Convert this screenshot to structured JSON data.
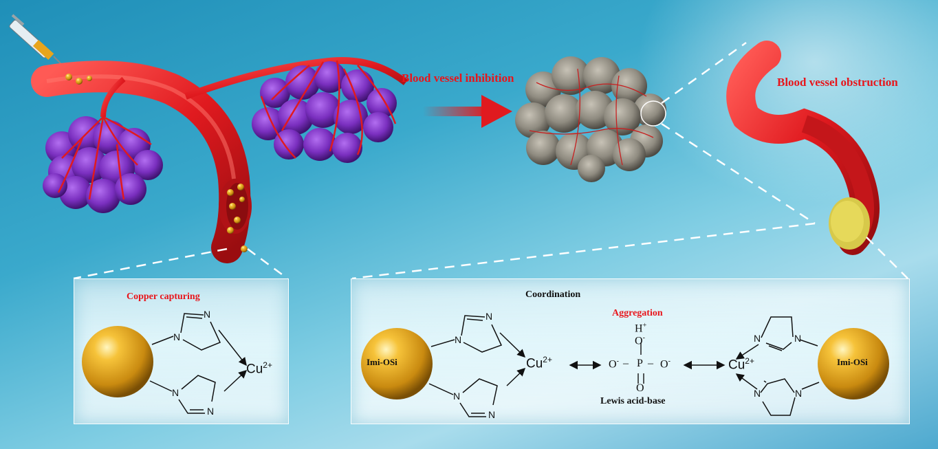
{
  "labels": {
    "blood_vessel_inhibition": "Blood vessel inhibition",
    "blood_vessel_obstruction": "Blood vessel obstruction",
    "copper_capturing": "Copper capturing",
    "coordination": "Coordination",
    "aggregation": "Aggregation",
    "lewis_acid_base": "Lewis acid-base"
  },
  "chem": {
    "atom_n": "N",
    "copper": "Cu",
    "copper_charge": "2+",
    "hydrogen": "H",
    "plus": "+",
    "oxygen": "O",
    "minus": "-",
    "phosphorus": "P",
    "dash": "–",
    "particle_left": "Imi-OSi",
    "particle_right": "Imi-OSi"
  },
  "colors": {
    "vessel": "#e01a1f",
    "tumor_purple": "#7a2fbf",
    "tumor_grey": "#8f8b80",
    "gold": "#e0a41c",
    "label_red": "#e8151b"
  }
}
